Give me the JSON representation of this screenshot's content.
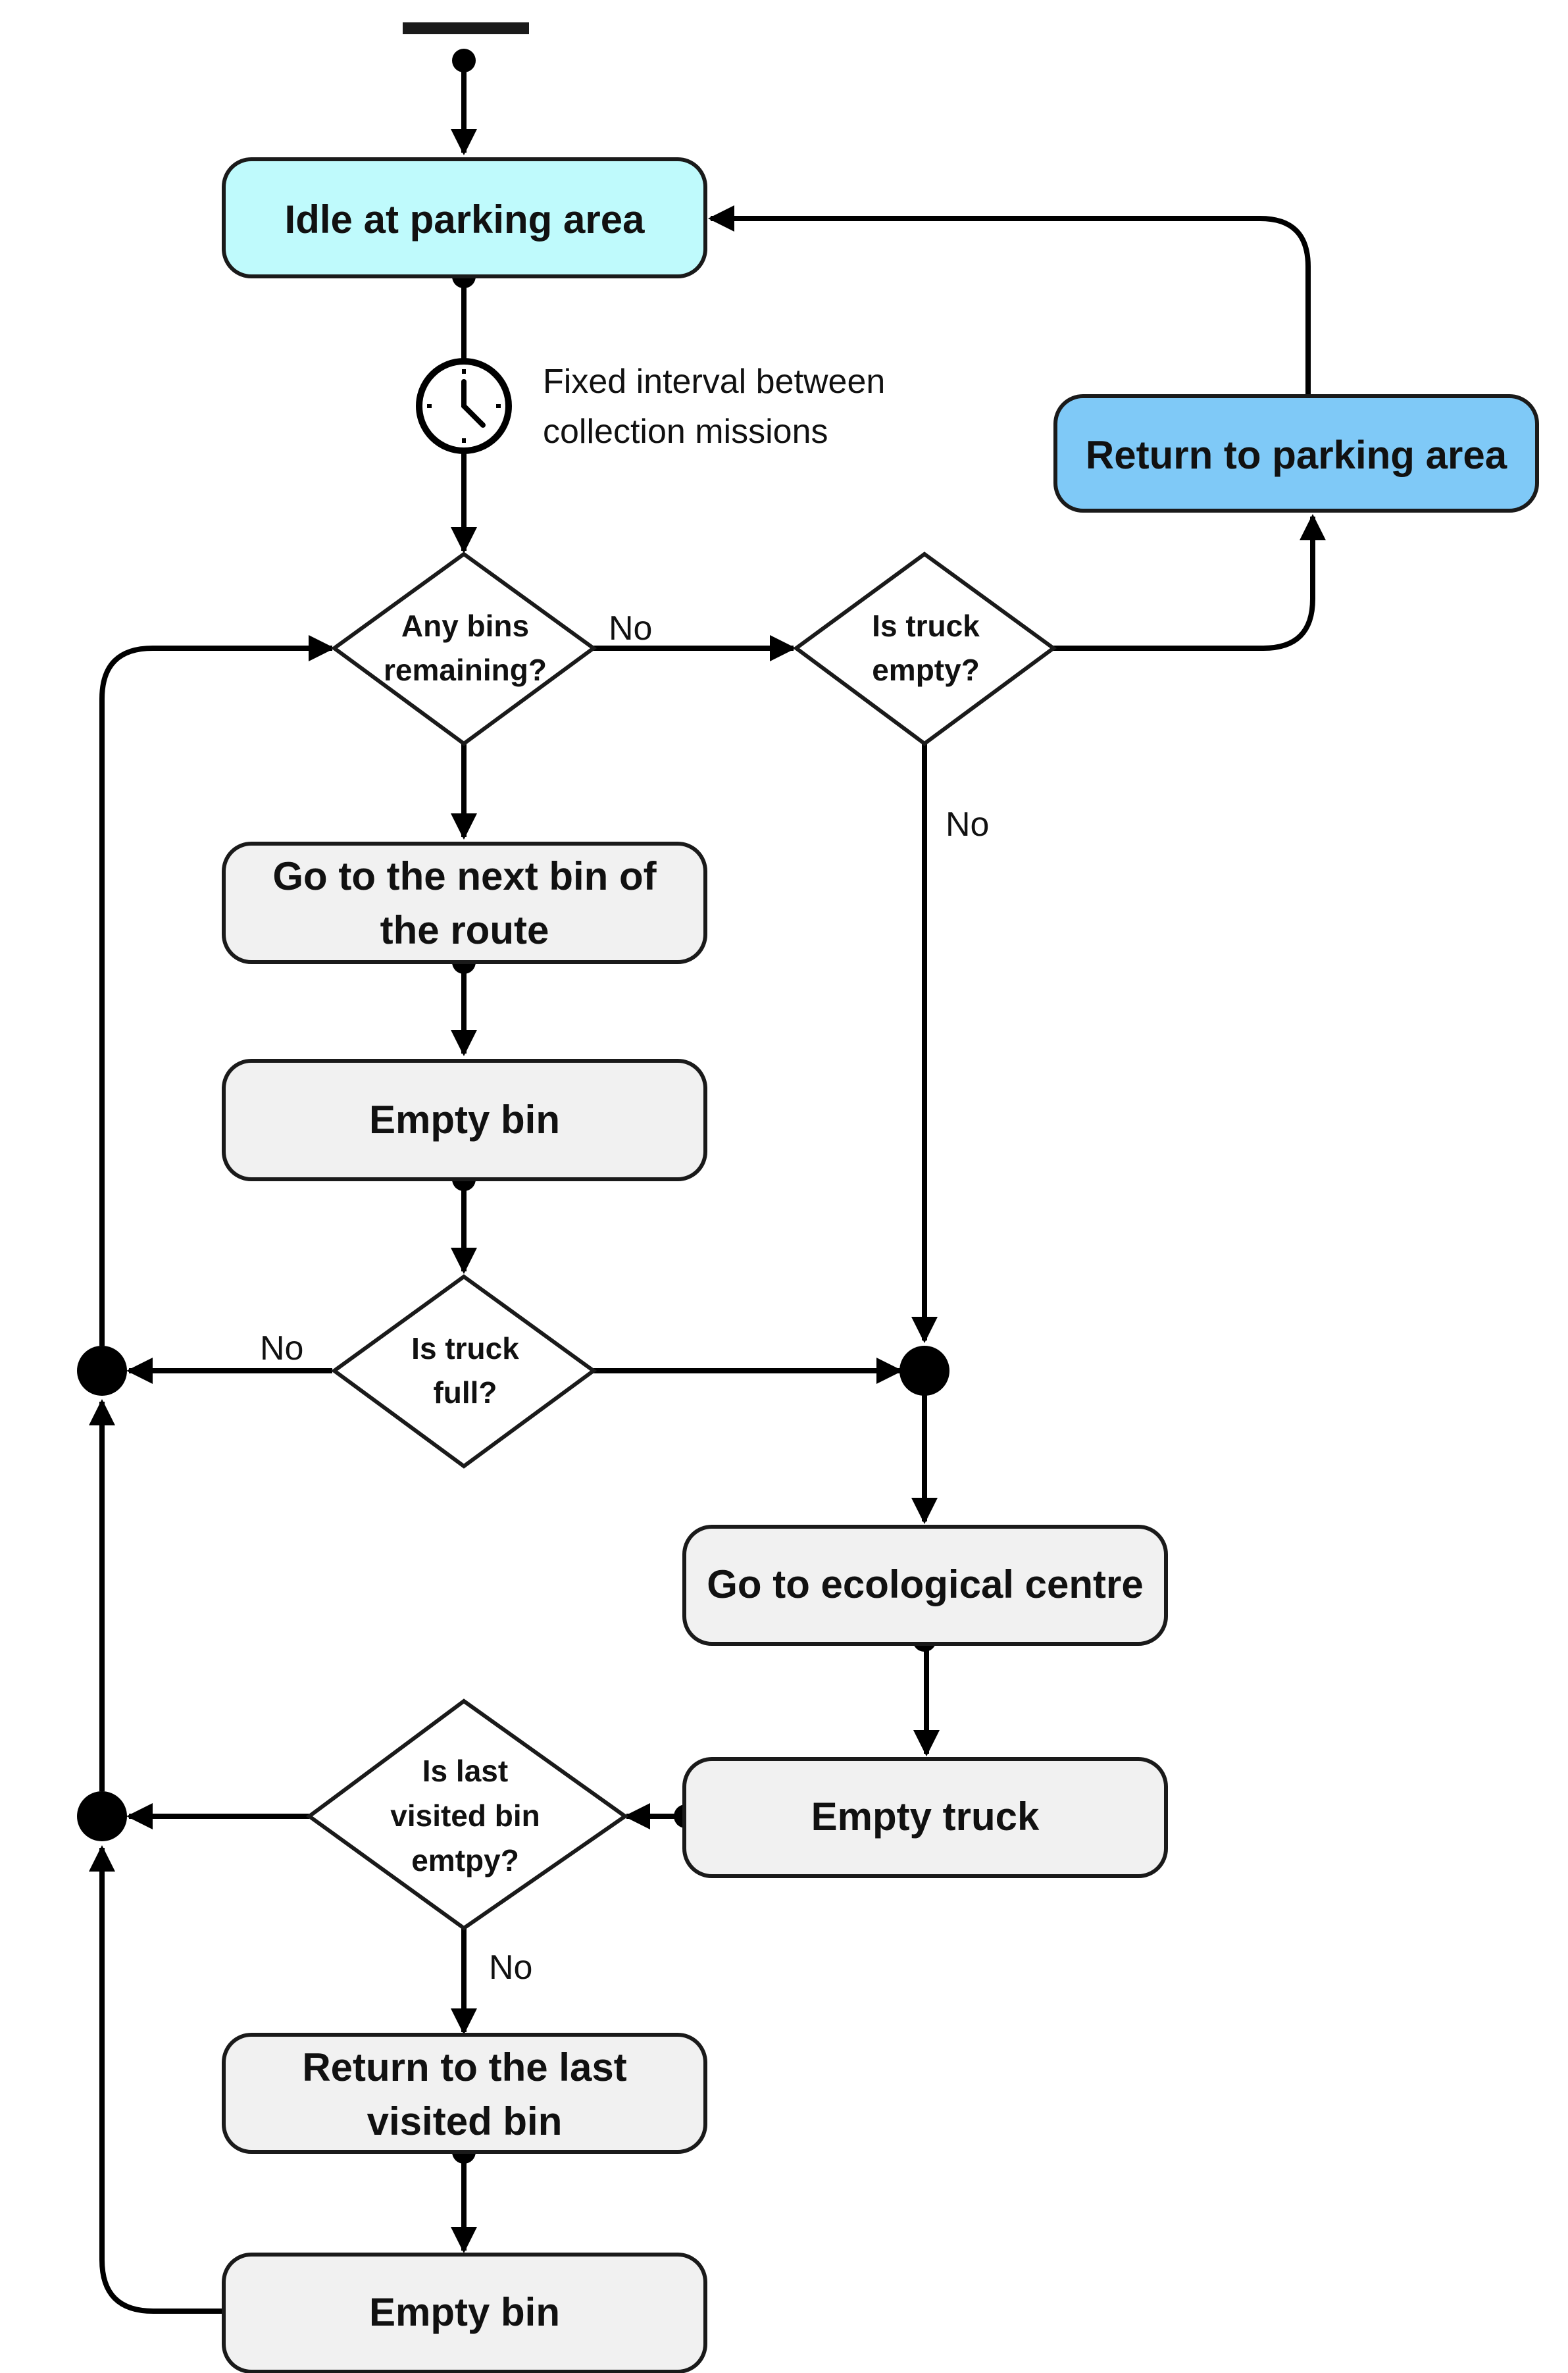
{
  "nodes": {
    "idle": {
      "label": [
        "Idle at parking area"
      ]
    },
    "return_parking": {
      "label": [
        "Return to parking area"
      ]
    },
    "any_bins": {
      "label": [
        "Any bins",
        "remaining?"
      ]
    },
    "truck_empty": {
      "label": [
        "Is truck",
        "empty?"
      ]
    },
    "next_bin": {
      "label": [
        "Go to the next bin of",
        "the route"
      ]
    },
    "empty_bin_1": {
      "label": [
        "Empty bin"
      ]
    },
    "truck_full": {
      "label": [
        "Is truck",
        "full?"
      ]
    },
    "eco_centre": {
      "label": [
        "Go to ecological centre"
      ]
    },
    "empty_truck": {
      "label": [
        "Empty truck"
      ]
    },
    "last_bin_empty": {
      "label": [
        "Is last",
        "visited bin",
        "emtpy?"
      ]
    },
    "return_last": {
      "label": [
        "Return to the last",
        "visited bin"
      ]
    },
    "empty_bin_2": {
      "label": [
        "Empty bin"
      ]
    }
  },
  "timer_note": [
    "Fixed interval between",
    "collection missions"
  ],
  "edge_labels": {
    "any_bins_no": "No",
    "truck_empty_no": "No",
    "truck_full_no": "No",
    "last_bin_no": "No"
  },
  "colors": {
    "state_grey": "#f1f1f1",
    "state_cyan": "#bffafc",
    "state_blue": "#7fc9f7",
    "line": "#000000"
  }
}
